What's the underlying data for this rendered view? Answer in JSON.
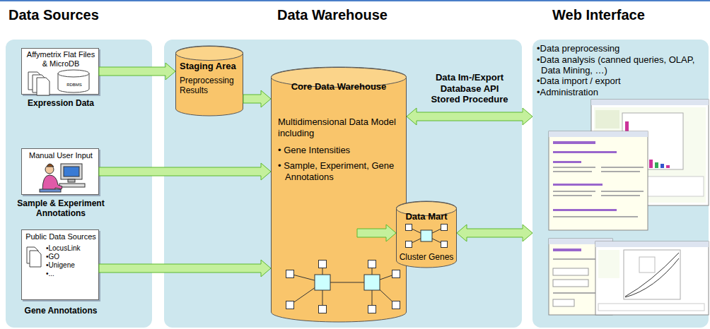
{
  "diagram": {
    "nodes": [
      {
        "text": [
          "Data Sources"
        ]
      },
      {
        "text": [
          "Affymetrix Flat Files & MicroDB",
          "RDBMS",
          "Expression Data"
        ],
        "in": 0
      },
      {
        "text": [
          "Manual User Input",
          "Sample & Experiment Annotations"
        ],
        "in": 0
      },
      {
        "text": [
          "Public Data Sources",
          "•LocusLink",
          "•GO",
          "•Unigene",
          "•...",
          "Gene Annotations"
        ],
        "in": 0
      },
      {
        "text": [
          "Data Warehouse"
        ]
      },
      {
        "text": [
          "Staging Area",
          "Preprocessing Results"
        ],
        "in": 4
      },
      {
        "text": [
          "Core Data Warehouse",
          "Multidimensional Data Model including",
          "• Gene Intensities",
          "• Sample, Experiment, Gene Annotations"
        ],
        "in": 4
      },
      {
        "text": [
          "Data Mart",
          "Cluster Genes"
        ],
        "in": 4
      },
      {
        "text": [
          "Web Interface",
          "•Data preprocessing",
          "•Data analysis (canned queries, OLAP, Data Mining, …)",
          "•Data import / export",
          "•Administration"
        ]
      }
    ],
    "edges": [
      {
        "from": 1,
        "to": 5,
        "arrow": "to"
      },
      {
        "from": 2,
        "to": 6,
        "arrow": "to"
      },
      {
        "from": 3,
        "to": 6,
        "arrow": "to"
      },
      {
        "from": 5,
        "to": 6,
        "arrow": "to"
      },
      {
        "from": 6,
        "to": 7,
        "arrow": "to"
      },
      {
        "from": 6,
        "to": 8,
        "label": "Data Im-/Export Database API Stored Procedure",
        "arrow": "both"
      },
      {
        "from": 7,
        "to": 8,
        "arrow": "both"
      }
    ]
  }
}
